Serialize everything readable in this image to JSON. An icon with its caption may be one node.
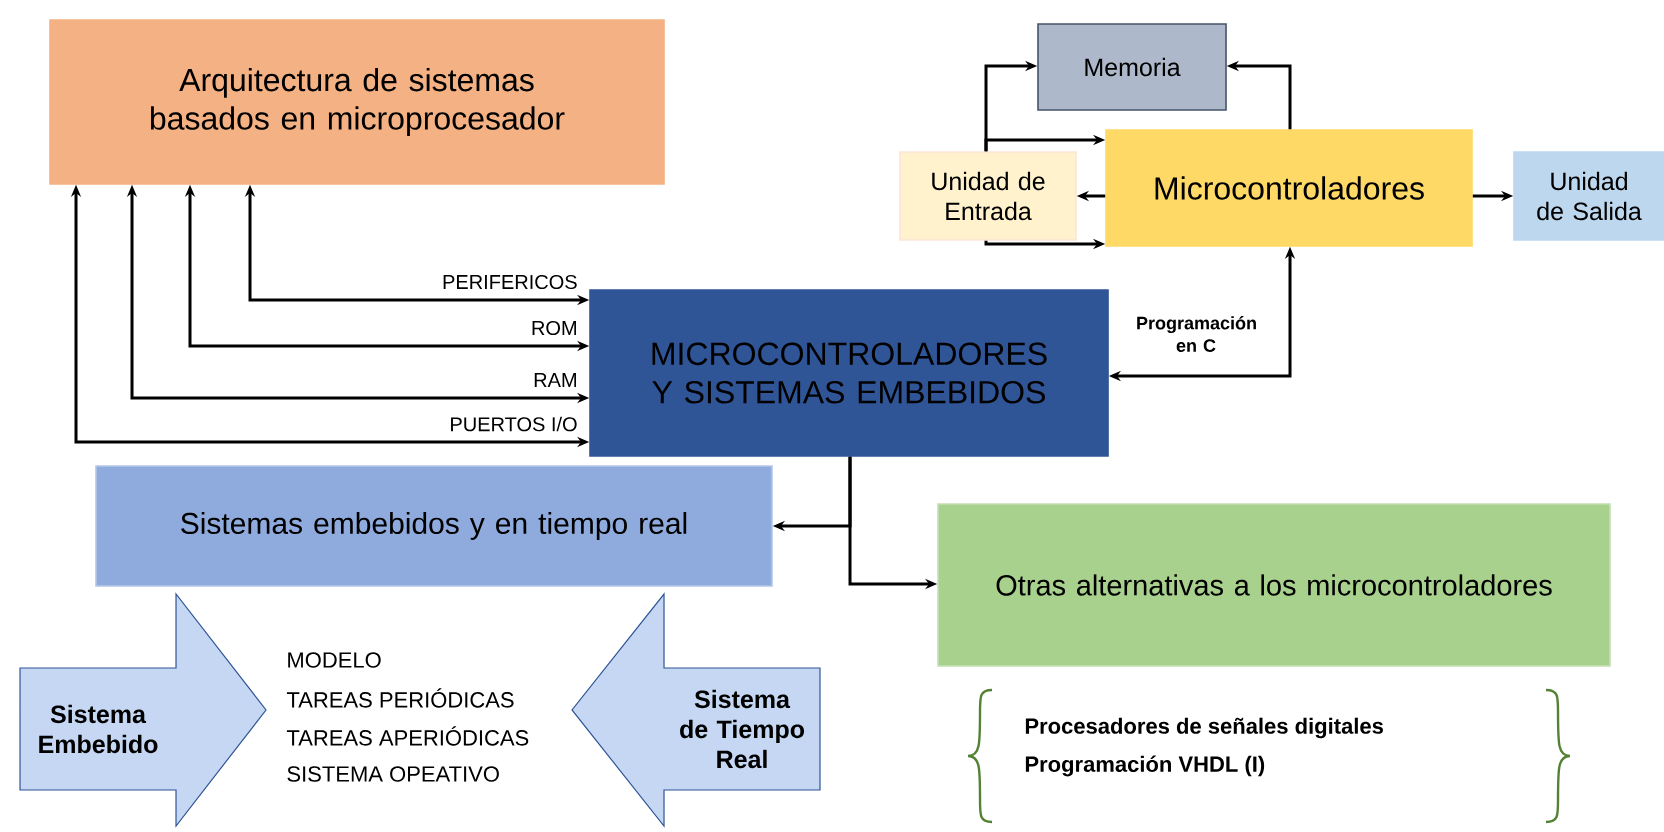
{
  "diagram": {
    "nodes": [
      {
        "text": [
          "Arquitectura de sistemas basados en microprocesador"
        ]
      },
      {
        "text": [
          "MICROCONTROLADORES Y SISTEMAS EMBEBIDOS"
        ]
      },
      {
        "text": [
          "Memoria"
        ]
      },
      {
        "text": [
          "Unidad de Entrada"
        ]
      },
      {
        "text": [
          "Microcontroladores"
        ]
      },
      {
        "text": [
          "Unidad de Salida"
        ]
      },
      {
        "text": [
          "Sistemas embebidos y en tiempo real"
        ]
      },
      {
        "text": [
          "Otras alternativas a los microcontroladores"
        ]
      },
      {
        "text": [
          "Sistema Embebido"
        ]
      },
      {
        "text": [
          "Sistema de Tiempo Real"
        ]
      }
    ],
    "edges": [
      {
        "from": 1,
        "to": 0,
        "arrow": "both",
        "label": "PERIFERICOS"
      },
      {
        "from": 1,
        "to": 0,
        "arrow": "both",
        "label": "ROM"
      },
      {
        "from": 1,
        "to": 0,
        "arrow": "both",
        "label": "RAM"
      },
      {
        "from": 1,
        "to": 0,
        "arrow": "both",
        "label": "PUERTOS I/O"
      },
      {
        "from": 4,
        "to": 2,
        "arrow": "to"
      },
      {
        "from": 3,
        "to": 2,
        "arrow": "to"
      },
      {
        "from": 3,
        "to": 4,
        "arrow": "to"
      },
      {
        "from": 3,
        "to": 4,
        "arrow": "to"
      },
      {
        "from": 4,
        "to": 3,
        "arrow": "to"
      },
      {
        "from": 4,
        "to": 5,
        "arrow": "to"
      },
      {
        "from": 4,
        "to": 1,
        "arrow": "both",
        "label": "Programación en C"
      },
      {
        "from": 1,
        "to": 6,
        "arrow": "to"
      },
      {
        "from": 1,
        "to": 7,
        "arrow": "to"
      }
    ],
    "labels": [
      "MODELO",
      "TAREAS PERIÓDICAS",
      "TAREAS APERIÓDICAS",
      "SISTEMA OPEATIVO",
      "Procesadores de señales digitales",
      "Programación VHDL (I)"
    ]
  }
}
